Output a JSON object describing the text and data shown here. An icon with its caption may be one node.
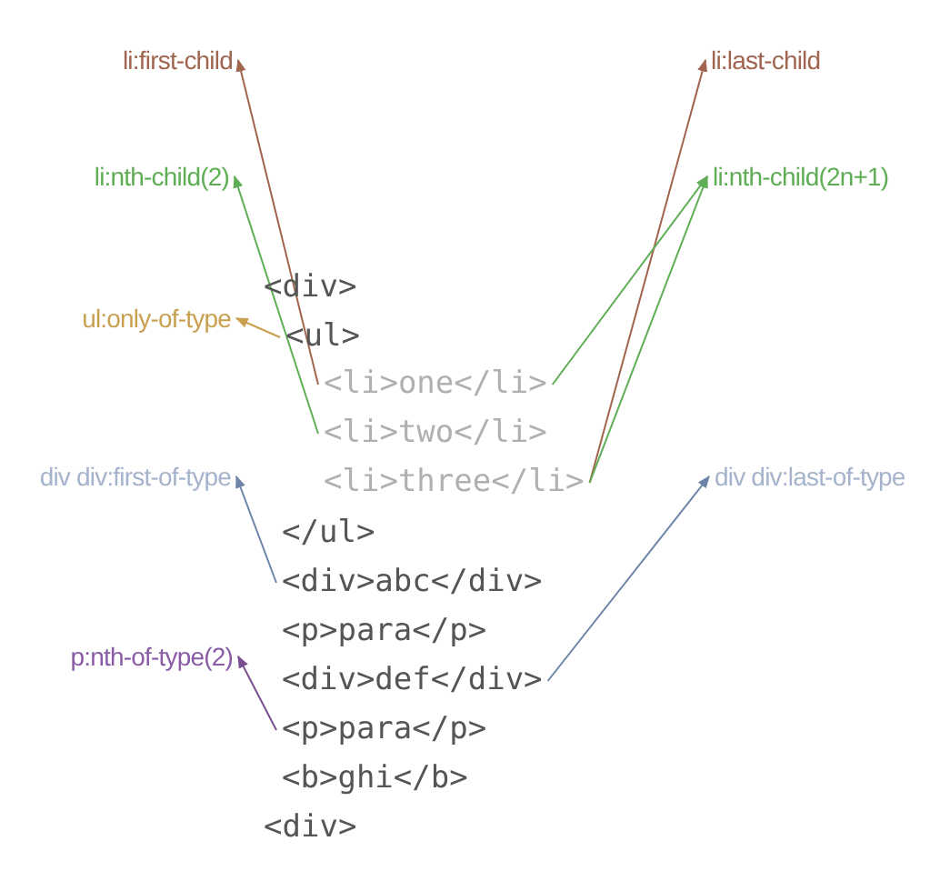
{
  "diagram": {
    "nodes": [
      {
        "text": [
          "li:first-child"
        ]
      },
      {
        "text": [
          "li:last-child"
        ]
      },
      {
        "text": [
          "li:nth-child(2)"
        ]
      },
      {
        "text": [
          "li:nth-child(2n+1)"
        ]
      },
      {
        "text": [
          "<div>"
        ]
      },
      {
        "text": [
          "ul:only-of-type"
        ]
      },
      {
        "text": [
          "<ul>"
        ]
      },
      {
        "text": [
          "<li>one</li>"
        ]
      },
      {
        "text": [
          "<li>two</li>"
        ]
      },
      {
        "text": [
          "<li>three</li>"
        ]
      },
      {
        "text": [
          "div div:first-of-type"
        ]
      },
      {
        "text": [
          "div div:last-of-type"
        ]
      },
      {
        "text": [
          "</ul>"
        ]
      },
      {
        "text": [
          "<div>abc</div>"
        ]
      },
      {
        "text": [
          "<p>para</p>"
        ]
      },
      {
        "text": [
          "p:nth-of-type(2)"
        ]
      },
      {
        "text": [
          "<div>def</div>"
        ]
      },
      {
        "text": [
          "<p>para</p>"
        ]
      },
      {
        "text": [
          "<b>ghi</b>"
        ]
      },
      {
        "text": [
          "<div>"
        ]
      }
    ],
    "edges": [
      {
        "from": 7,
        "to": 0,
        "arrow": "to",
        "color": "#a0654f"
      },
      {
        "from": 8,
        "to": 2,
        "arrow": "to",
        "color": "#5fae55"
      },
      {
        "from": 6,
        "to": 5,
        "arrow": "to",
        "color": "#c8a050"
      },
      {
        "from": 9,
        "to": 1,
        "arrow": "to",
        "color": "#a0654f"
      },
      {
        "from": 7,
        "to": 3,
        "arrow": "to",
        "color": "#5fae55"
      },
      {
        "from": 9,
        "to": 3,
        "arrow": "to",
        "color": "#5fae55"
      },
      {
        "from": 13,
        "to": 10,
        "arrow": "to",
        "color": "#6d84a8"
      },
      {
        "from": 16,
        "to": 11,
        "arrow": "to",
        "color": "#6d84a8"
      },
      {
        "from": 17,
        "to": 15,
        "arrow": "to",
        "color": "#7a4f90"
      }
    ]
  }
}
